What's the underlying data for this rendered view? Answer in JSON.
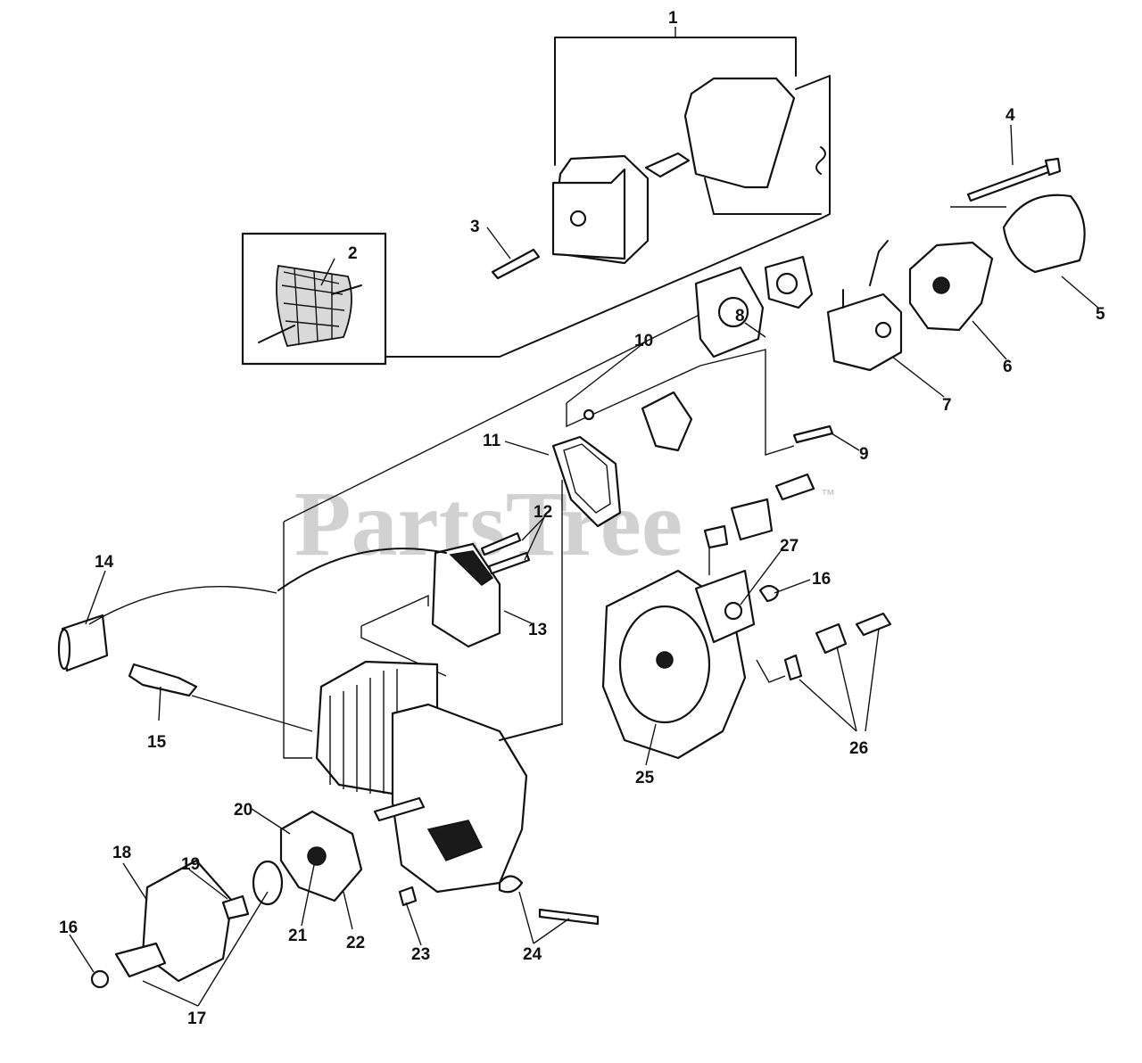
{
  "watermark": {
    "text": "PartsTree",
    "trademark": "™"
  },
  "callouts": [
    "1",
    "2",
    "3",
    "4",
    "5",
    "6",
    "7",
    "8",
    "9",
    "10",
    "11",
    "12",
    "13",
    "14",
    "15",
    "16",
    "16",
    "17",
    "18",
    "19",
    "20",
    "21",
    "22",
    "23",
    "24",
    "25",
    "26",
    "27"
  ]
}
